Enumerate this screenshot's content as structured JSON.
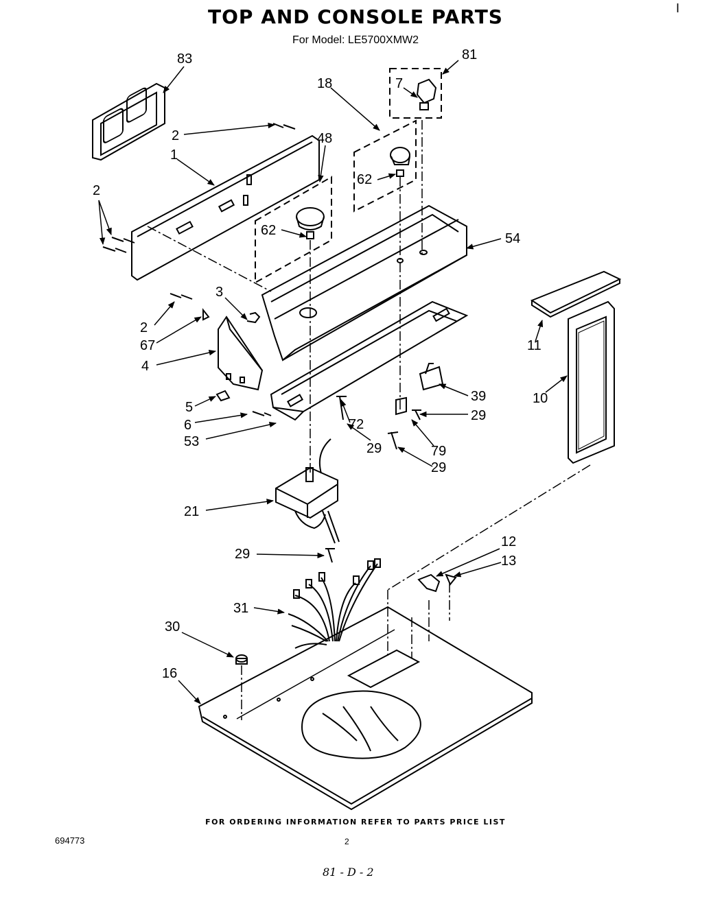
{
  "title": "TOP AND CONSOLE PARTS",
  "subtitle": "For Model: LE5700XMW2",
  "footer": "FOR ORDERING INFORMATION REFER TO PARTS PRICE LIST",
  "doc_number": "694773",
  "page_number": "2",
  "handwritten": "81 - D - 2",
  "corner_mark": "I",
  "labels": {
    "p83": "83",
    "p81": "81",
    "p7": "7",
    "p18": "18",
    "p2a": "2",
    "p48": "48",
    "p1": "1",
    "p62a": "62",
    "p62b": "62",
    "p2b": "2",
    "p54": "54",
    "p3": "3",
    "p2c": "2",
    "p67": "67",
    "p4": "4",
    "p11": "11",
    "p10": "10",
    "p39": "39",
    "p29a": "29",
    "p5": "5",
    "p6": "6",
    "p72": "72",
    "p53": "53",
    "p29b": "29",
    "p79": "79",
    "p29c": "29",
    "p21": "21",
    "p12": "12",
    "p13": "13",
    "p29d": "29",
    "p31": "31",
    "p30": "30",
    "p16": "16"
  }
}
